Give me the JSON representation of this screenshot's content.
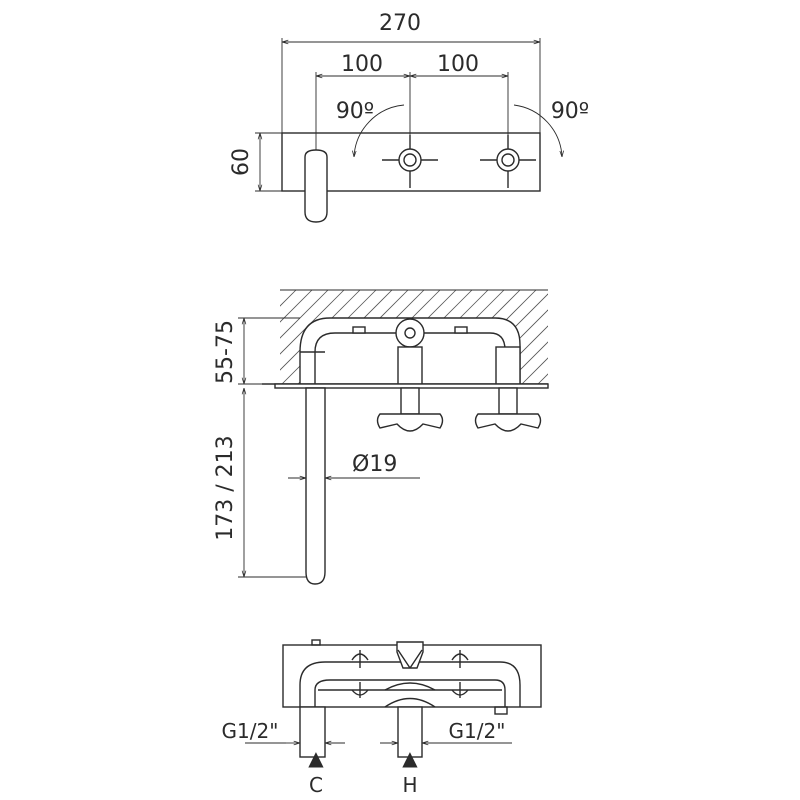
{
  "top_view": {
    "width_total": "270",
    "spacing_left": "100",
    "spacing_right": "100",
    "angle_left": "90º",
    "angle_right": "90º",
    "height": "60"
  },
  "side_view": {
    "depth_range": "55-75",
    "spout_length": "173 / 213",
    "spout_diameter": "Ø19"
  },
  "bottom_view": {
    "thread_left": "G1/2\"",
    "thread_right": "G1/2\"",
    "marker_cold": "C",
    "marker_hot": "H",
    "arrow_glyph": "▲"
  }
}
